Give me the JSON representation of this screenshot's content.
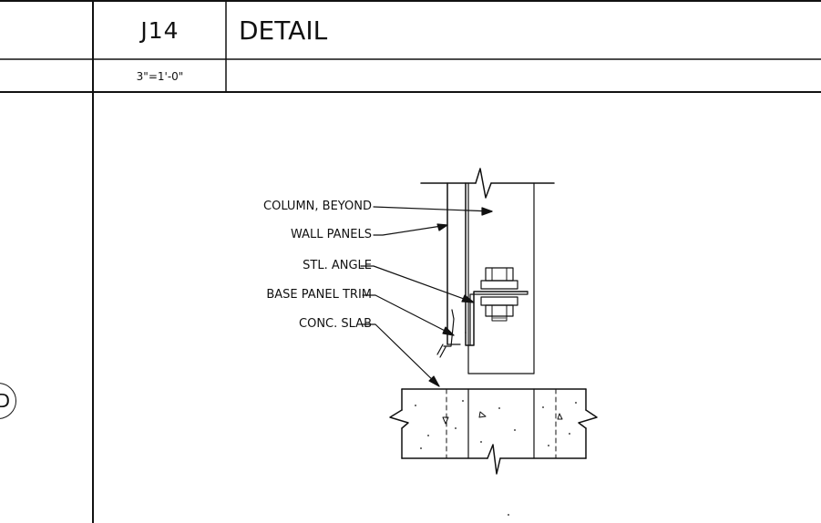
{
  "title_block": {
    "detail_number": "J14",
    "title": "DETAIL",
    "scale": "3\"=1'-0\""
  },
  "callouts": [
    "COLUMN, BEYOND",
    "WALL PANELS",
    "STL. ANGLE",
    "BASE PANEL TRIM",
    "CONC. SLAB"
  ],
  "grid_bubble": "D"
}
